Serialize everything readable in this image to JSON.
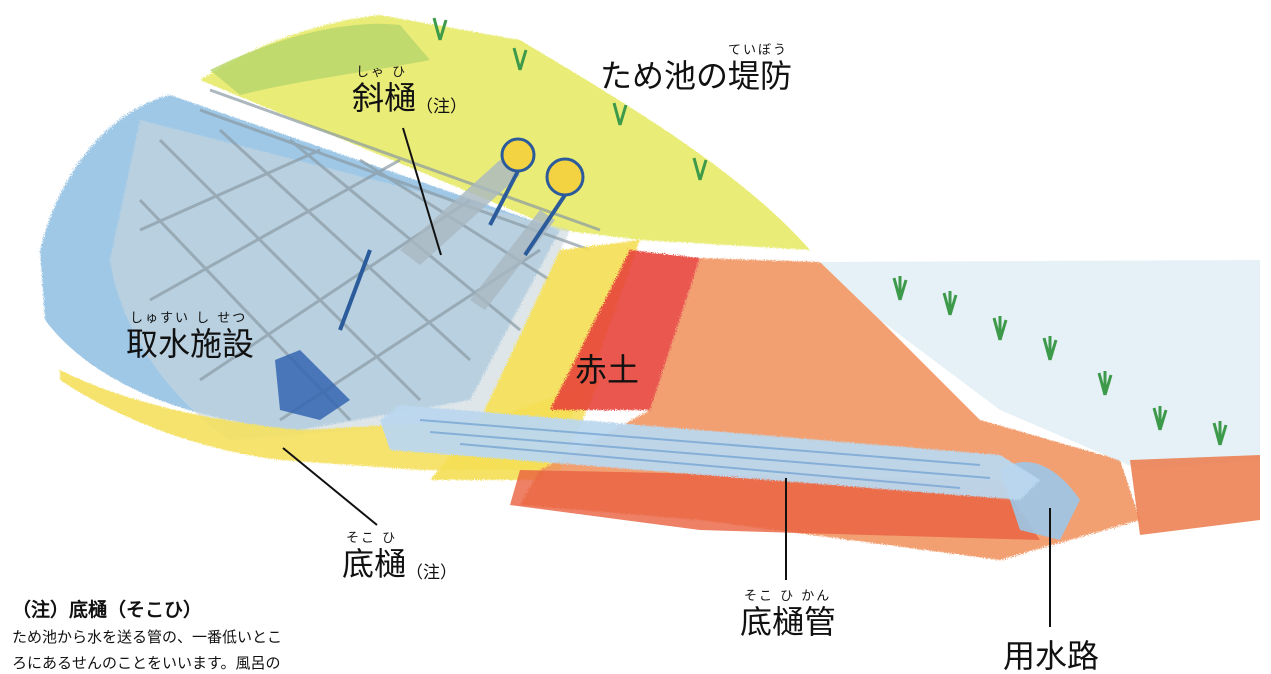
{
  "labels": {
    "embankment": {
      "ruby": "ていぼう",
      "text": "ため池の堤防"
    },
    "shahi": {
      "ruby": "しゃ ひ",
      "text": "斜樋",
      "note": "（注）"
    },
    "intake": {
      "ruby": "しゅすい し せつ",
      "text": "取水施設"
    },
    "red_soil": {
      "text": "赤土"
    },
    "sokohi": {
      "ruby": "そこ ひ",
      "text": "底樋",
      "note": "（注）"
    },
    "sokohi_pipe": {
      "ruby": "そこ ひ かん",
      "text": "底樋管"
    },
    "channel": {
      "text": "用水路"
    }
  },
  "footnote": {
    "title": "（注）底樋（そこひ）",
    "lines": [
      "ため池から水を送る管の、一番低いとこ",
      "ろにあるせんのことをいいます。風呂の"
    ]
  },
  "colors": {
    "water": "#8fbfe3",
    "embankment_grass": "#e8ea6a",
    "red_clay": "#e8553a",
    "orange_soil": "#f0905a",
    "yellow_sand": "#f5df55",
    "pipe": "#bcd8ef"
  }
}
